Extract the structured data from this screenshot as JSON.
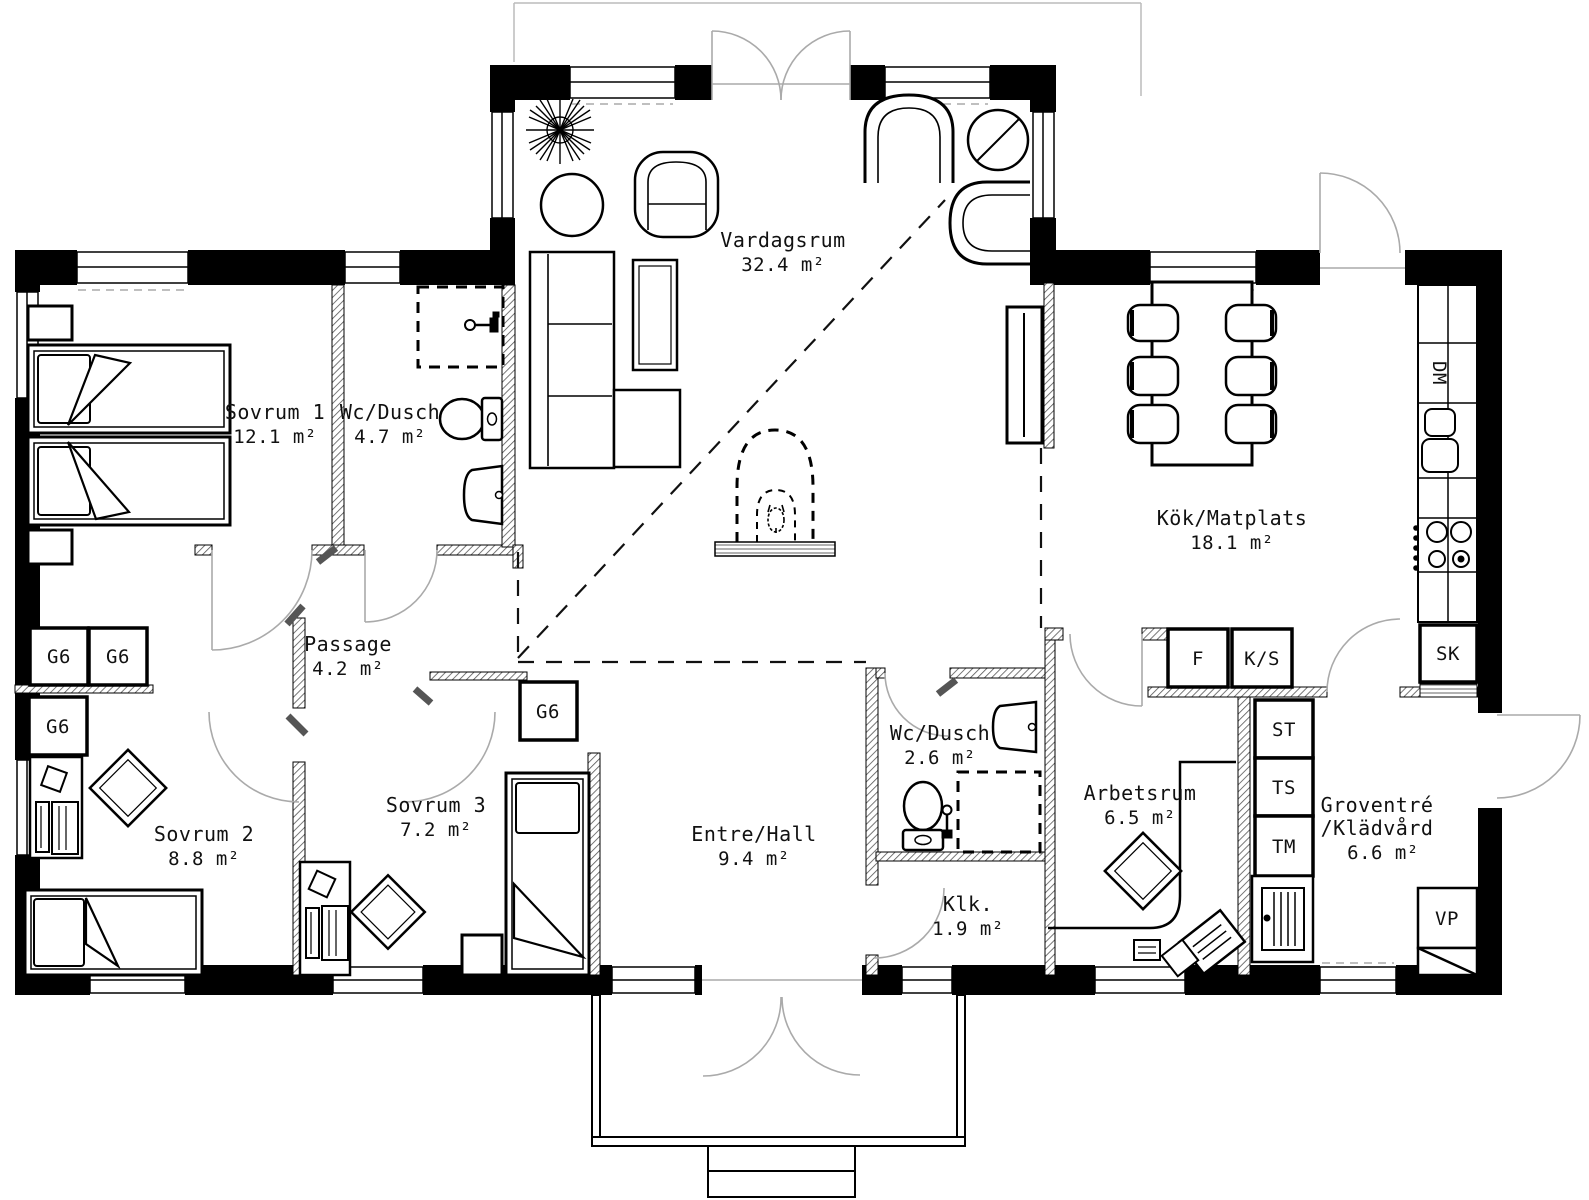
{
  "floorplan": {
    "rooms": [
      {
        "name": "Sovrum 1",
        "area": "12.1 m²"
      },
      {
        "name": "Wc/Dusch",
        "area": "4.7 m²"
      },
      {
        "name": "Vardagsrum",
        "area": "32.4 m²"
      },
      {
        "name": "Kök/Matplats",
        "area": "18.1 m²"
      },
      {
        "name": "Passage",
        "area": "4.2 m²"
      },
      {
        "name": "Sovrum 2",
        "area": "8.8 m²"
      },
      {
        "name": "Sovrum 3",
        "area": "7.2 m²"
      },
      {
        "name": "Entre/Hall",
        "area": "9.4 m²"
      },
      {
        "name": "Wc/Dusch",
        "area": "2.6 m²"
      },
      {
        "name": "Klk.",
        "area": "1.9 m²"
      },
      {
        "name": "Arbetsrum",
        "area": "6.5 m²"
      },
      {
        "name": "Groventré",
        "name2": "/Klädvård",
        "area": "6.6 m²"
      }
    ],
    "labels": {
      "g6": "G6",
      "f": "F",
      "ks": "K/S",
      "st": "ST",
      "ts": "TS",
      "tm": "TM",
      "dm": "DM",
      "sk": "SK",
      "vp": "VP"
    },
    "colors": {
      "wall": "#000000",
      "door_arc": "#aaaaaa",
      "background": "#ffffff"
    }
  }
}
